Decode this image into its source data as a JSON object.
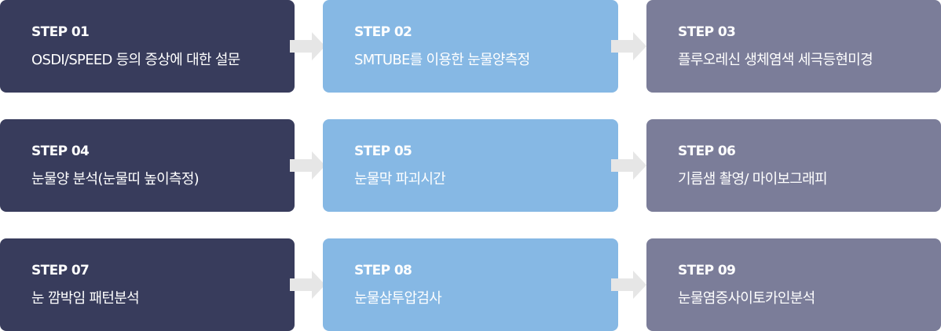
{
  "colors": {
    "column_1": "#383c5c",
    "column_2": "#86b8e4",
    "column_3": "#7b7d99",
    "arrow": "#e6e6e6"
  },
  "rows": [
    {
      "steps": [
        {
          "label": "STEP 01",
          "desc": "OSDI/SPEED 등의 증상에 대한 설문"
        },
        {
          "label": "STEP 02",
          "desc": "SMTUBE를 이용한 눈물양측정"
        },
        {
          "label": "STEP 03",
          "desc": "플루오레신 생체염색 세극등현미경"
        }
      ]
    },
    {
      "steps": [
        {
          "label": "STEP 04",
          "desc": "눈물양 분석(눈물띠 높이측정)"
        },
        {
          "label": "STEP 05",
          "desc": "눈물막 파괴시간"
        },
        {
          "label": "STEP 06",
          "desc": "기름샘 촬영/ 마이보그래피"
        }
      ]
    },
    {
      "steps": [
        {
          "label": "STEP 07",
          "desc": "눈 깜박임 패턴분석"
        },
        {
          "label": "STEP 08",
          "desc": "눈물삼투압검사"
        },
        {
          "label": "STEP 09",
          "desc": "눈물염증사이토카인분석"
        }
      ]
    }
  ]
}
